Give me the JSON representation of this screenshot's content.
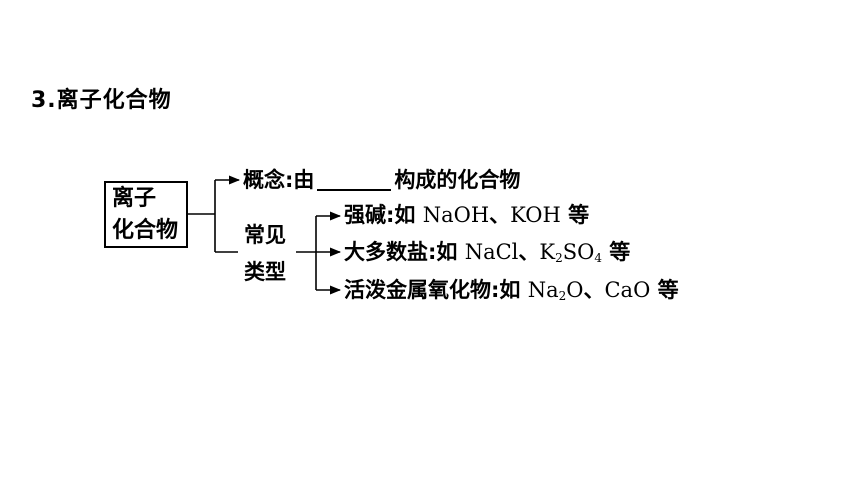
{
  "heading": "3.离子化合物",
  "root": {
    "line1": "离子",
    "line2": "化合物"
  },
  "concept": {
    "label": "概念",
    "sep": ":",
    "prefix": "由",
    "suffix": "构成的化合物"
  },
  "common_types": {
    "line1": "常见",
    "line2": "类型"
  },
  "types": [
    {
      "name": "强碱",
      "sep": ":",
      "prefix": "如 ",
      "f1": "NaOH",
      "comma": "、",
      "f2": "KOH",
      "end": " 等"
    },
    {
      "name": "大多数盐",
      "sep": ":",
      "prefix": "如 ",
      "f1": "NaCl",
      "comma": "、",
      "f2a": "K",
      "f2sub1": "2",
      "f2b": "SO",
      "f2sub2": "4",
      "end": " 等"
    },
    {
      "name": "活泼金属氧化物",
      "sep": ":",
      "prefix": "如 ",
      "f1a": "Na",
      "f1sub": "2",
      "f1b": "O",
      "comma": "、",
      "f2": "CaO",
      "end": " 等"
    }
  ]
}
